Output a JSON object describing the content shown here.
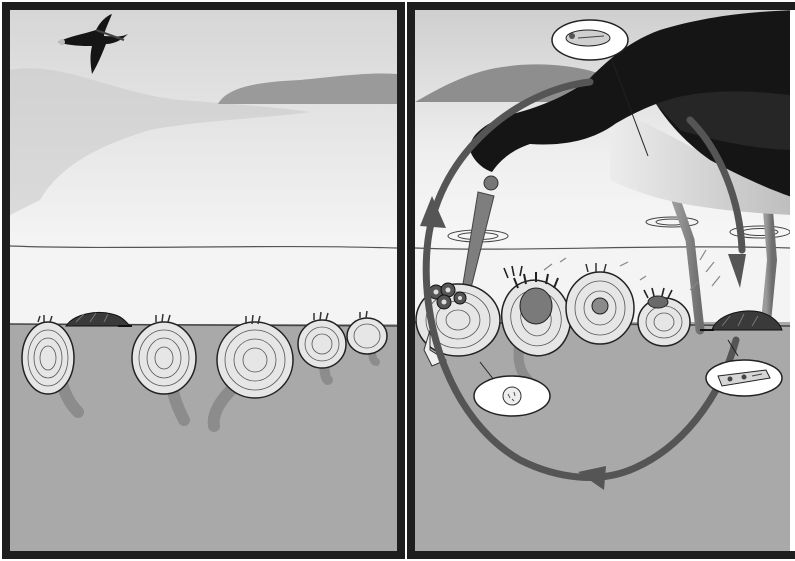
{
  "figure": {
    "panels": [
      {
        "id": "left",
        "scene": "tidal-flat-before"
      },
      {
        "id": "right",
        "scene": "tidal-flat-feeding-cycle"
      }
    ],
    "colors": {
      "frame": "#1e1e1e",
      "cycle_arrow": "#555555",
      "sediment": "#a8a8a8",
      "water": "#f4f4f4",
      "sky_top": "#dcdcdc",
      "bird_black": "#151515",
      "shell": "#e6e6e6"
    },
    "icons": {
      "parasite_callout_top": "parasite-cyst-icon",
      "parasite_callout_right": "parasite-larva-icon",
      "parasite_callout_bottom": "parasite-egg-icon"
    }
  }
}
